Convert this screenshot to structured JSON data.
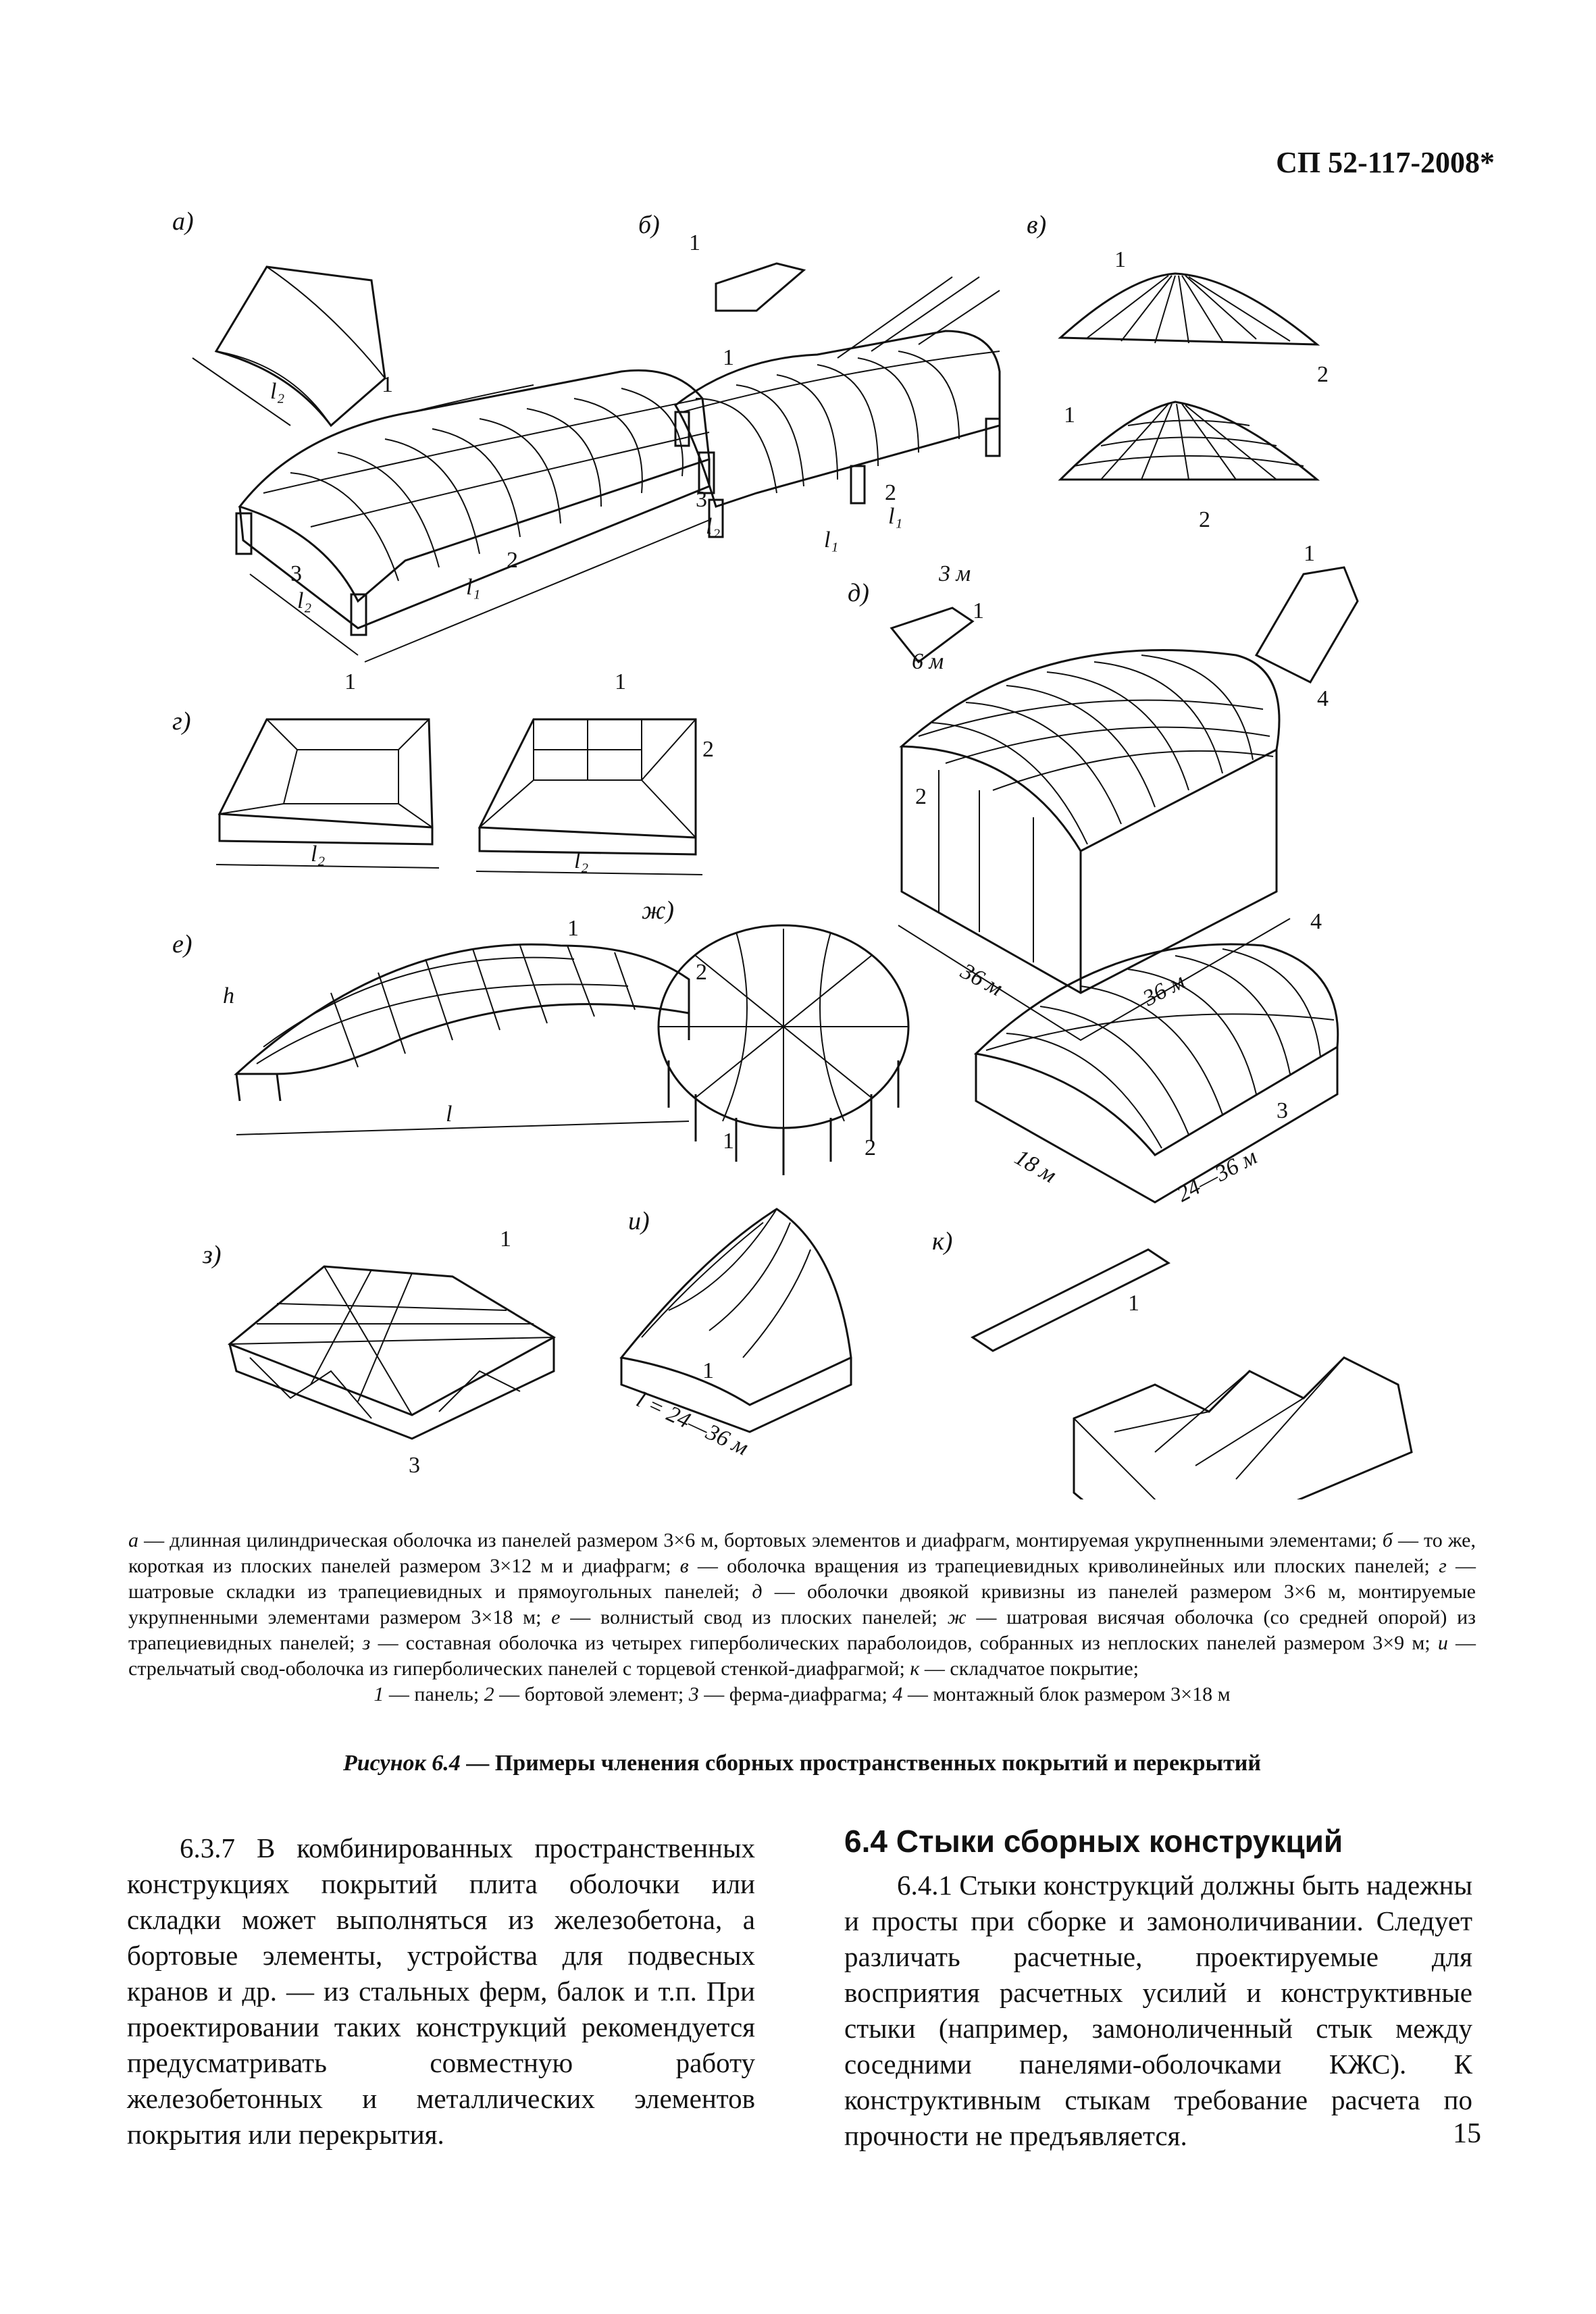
{
  "header": {
    "doc_code": "СП 52-117-2008*"
  },
  "figure": {
    "panel_letters": [
      "а)",
      "б)",
      "в)",
      "г)",
      "д)",
      "е)",
      "ж)",
      "з)",
      "и)",
      "к)"
    ],
    "callouts": [
      "1",
      "2",
      "3",
      "4"
    ],
    "dimensions": {
      "l1": "l₁",
      "l2": "l₂",
      "l": "l",
      "h": "h",
      "d_module_a": "3 м",
      "d_module_b": "6 м",
      "d_span_a": "36 м",
      "d_span_b": "36 м",
      "e_span": "l",
      "k4_span_a": "18 м",
      "k4_span_b": "24—36 м",
      "i_span": "l = 24—36 м"
    }
  },
  "legend": {
    "items": [
      {
        "label": "а",
        "text": " — длинная цилиндрическая оболочка из панелей размером 3×6 м, бортовых элементов и диафрагм, монтируемая укрупненными элементами; "
      },
      {
        "label": "б",
        "text": " — то же, короткая из плоских панелей размером 3×12 м и диафрагм; "
      },
      {
        "label": "в",
        "text": " — оболочка вращения из трапециевидных криволинейных или плоских панелей; "
      },
      {
        "label": "г",
        "text": " — шатровые складки из трапециевидных и прямоугольных панелей; "
      },
      {
        "label": "д",
        "text": " — оболочки двоякой кривизны из панелей размером 3×6 м, монтируемые укрупненными элементами размером 3×18 м; "
      },
      {
        "label": "е",
        "text": " — волнистый свод из плоских панелей; "
      },
      {
        "label": "ж",
        "text": " — шатровая висячая оболочка (со средней опорой) из трапециевидных панелей; "
      },
      {
        "label": "з",
        "text": " — составная оболочка из четырех гиперболических параболоидов, собранных из неплоских панелей размером 3×9 м; "
      },
      {
        "label": "и",
        "text": " — стрельчатый свод-оболочка из гиперболических панелей с торцевой стенкой-диафрагмой; "
      },
      {
        "label": "к",
        "text": " — складчатое покрытие;"
      }
    ],
    "key_line": [
      {
        "label": "1",
        "text": " — панель; "
      },
      {
        "label": "2",
        "text": " — бортовой элемент; "
      },
      {
        "label": "3",
        "text": " — ферма-диафрагма; "
      },
      {
        "label": "4",
        "text": " — монтажный блок размером 3×18 м"
      }
    ]
  },
  "caption": {
    "number": "Рисунок 6.4",
    "text": " — Примеры членения сборных пространственных покрытий и перекрытий"
  },
  "left_column": {
    "paragraph": "6.3.7 В комбинированных пространственных конструкциях покрытий плита оболочки или складки может выполняться из железобетона, а бортовые элементы, устройства для подвесных кранов и др. — из стальных ферм, балок и т.п. При проектировании таких конструкций рекомендуется предусматривать совместную работу железобетонных и металлических элементов покрытия или перекрытия."
  },
  "right_column": {
    "section_title": "6.4 Стыки сборных конструкций",
    "paragraph": "6.4.1 Стыки конструкций должны быть надежны и просты при сборке и замоноличивании. Следует различать расчетные, проектируемые для восприятия расчетных усилий и конструктивные стыки (например, замоноличенный стык между соседними панелями-оболочками КЖС). К конструктивным стыкам требование расчета по прочности не предъявляется."
  },
  "footer": {
    "page_number": "15"
  }
}
